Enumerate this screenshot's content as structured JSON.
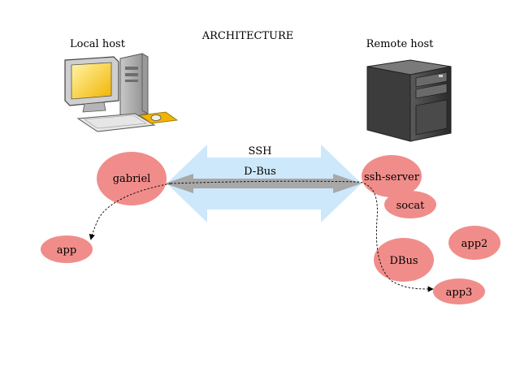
{
  "title": "ARCHITECTURE",
  "local_host_label": "Local host",
  "remote_host_label": "Remote host",
  "ssh_label": "SSH",
  "dbus_label": "D-Bus",
  "nodes": {
    "gabriel": "gabriel",
    "app": "app",
    "ssh_server": "ssh-server",
    "socat": "socat",
    "dbus": "DBus",
    "app2": "app2",
    "app3": "app3"
  },
  "colors": {
    "node_fill": "#f08d8a",
    "ssh_arrow": "#cde8fb",
    "dbus_arrow": "#a8a8a8"
  },
  "icons": {
    "local": "desktop-computer-icon",
    "remote": "server-tower-icon"
  }
}
